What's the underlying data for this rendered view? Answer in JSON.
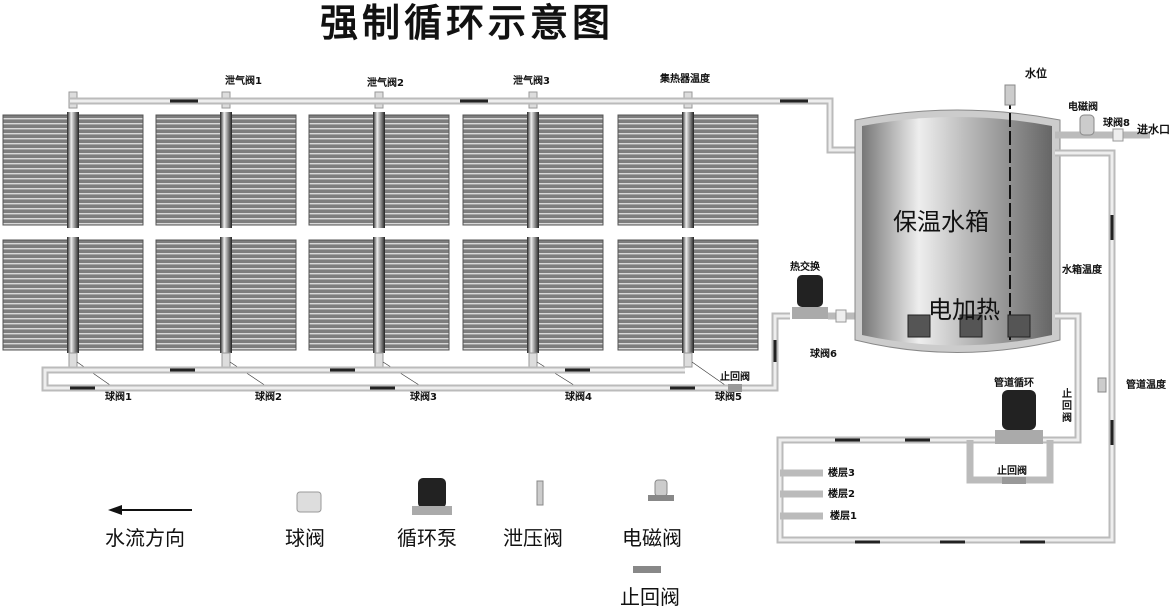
{
  "title": "强制循环示意图",
  "top_valves": [
    "泄气阀1",
    "泄气阀2",
    "泄气阀3",
    "集热器温度"
  ],
  "ball_valves": [
    "球阀1",
    "球阀2",
    "球阀3",
    "球阀4",
    "球阀5",
    "球阀6",
    "球阀8"
  ],
  "tank": {
    "label": "保温水箱",
    "heater": "电加热",
    "temp": "水箱温度",
    "level": "水位"
  },
  "inlet": {
    "solenoid": "电磁阀",
    "inlet": "进水口"
  },
  "heat_exchange": "热交换",
  "check_valve": "止回阀",
  "check_valve_vertical": [
    "止",
    "回",
    "阀"
  ],
  "pipe_pump": "管道循环",
  "pipe_temp": "管道温度",
  "floors": [
    "楼层3",
    "楼层2",
    "楼层1"
  ],
  "legend": {
    "flow": "水流方向",
    "ball_valve": "球阀",
    "pump": "循环泵",
    "relief": "泄压阀",
    "solenoid": "电磁阀",
    "check": "止回阀"
  },
  "colors": {
    "pipe": "#bbbbbb",
    "panel": "#8a8a8a",
    "tank": "#a8a8a8"
  }
}
